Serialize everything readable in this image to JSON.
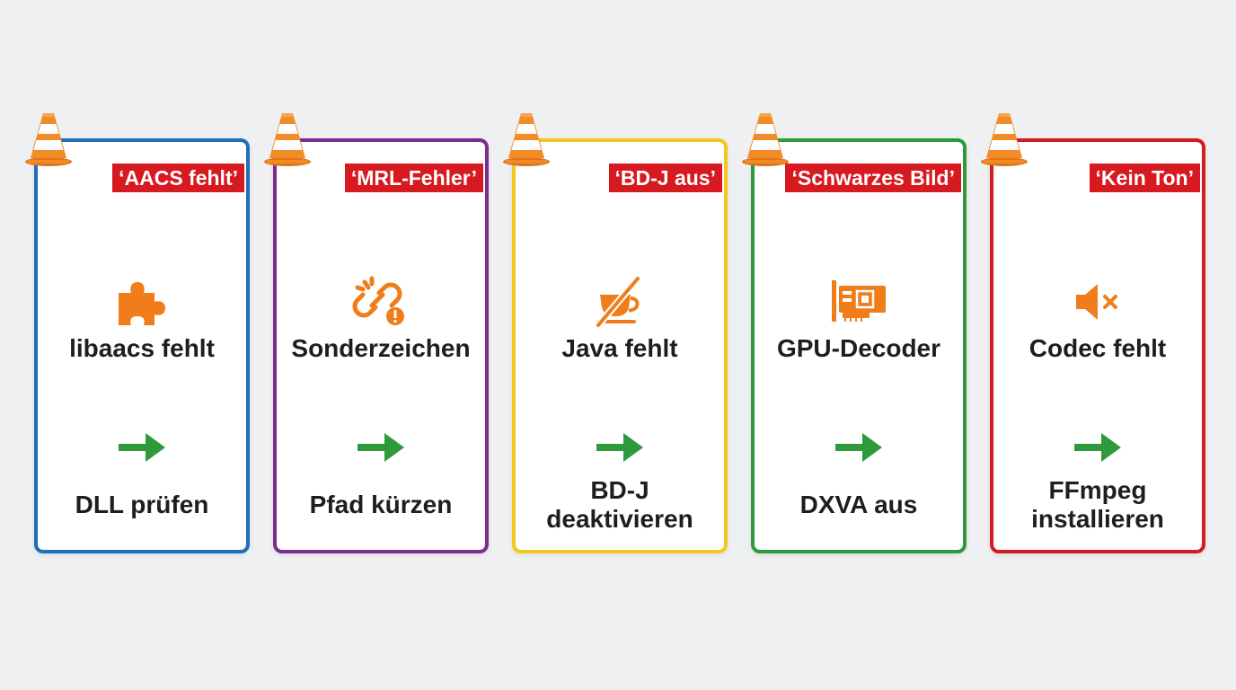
{
  "cards": [
    {
      "border_color": "#1f6fb8",
      "badge": "‘AACS fehlt’",
      "icon": "puzzle-piece-icon",
      "problem": "libaacs fehlt",
      "solution": "DLL prüfen"
    },
    {
      "border_color": "#7b2d8e",
      "badge": "‘MRL-Fehler’",
      "icon": "broken-link-icon",
      "problem": "Sonderzeichen",
      "solution": "Pfad kürzen"
    },
    {
      "border_color": "#f2c81a",
      "badge": "‘BD-J aus’",
      "icon": "java-cup-crossed-icon",
      "problem": "Java fehlt",
      "solution": "BD-J deaktivieren"
    },
    {
      "border_color": "#2e9a3c",
      "badge": "‘Schwarzes Bild’",
      "icon": "gpu-card-icon",
      "problem": "GPU-Decoder",
      "solution": "DXVA aus"
    },
    {
      "border_color": "#d71920",
      "badge": "‘Kein Ton’",
      "icon": "speaker-muted-icon",
      "problem": "Codec fehlt",
      "solution": "FFmpeg installieren"
    }
  ],
  "colors": {
    "badge": "#d71920",
    "icon_orange": "#f07d1a",
    "arrow_green": "#2e9a3c"
  }
}
